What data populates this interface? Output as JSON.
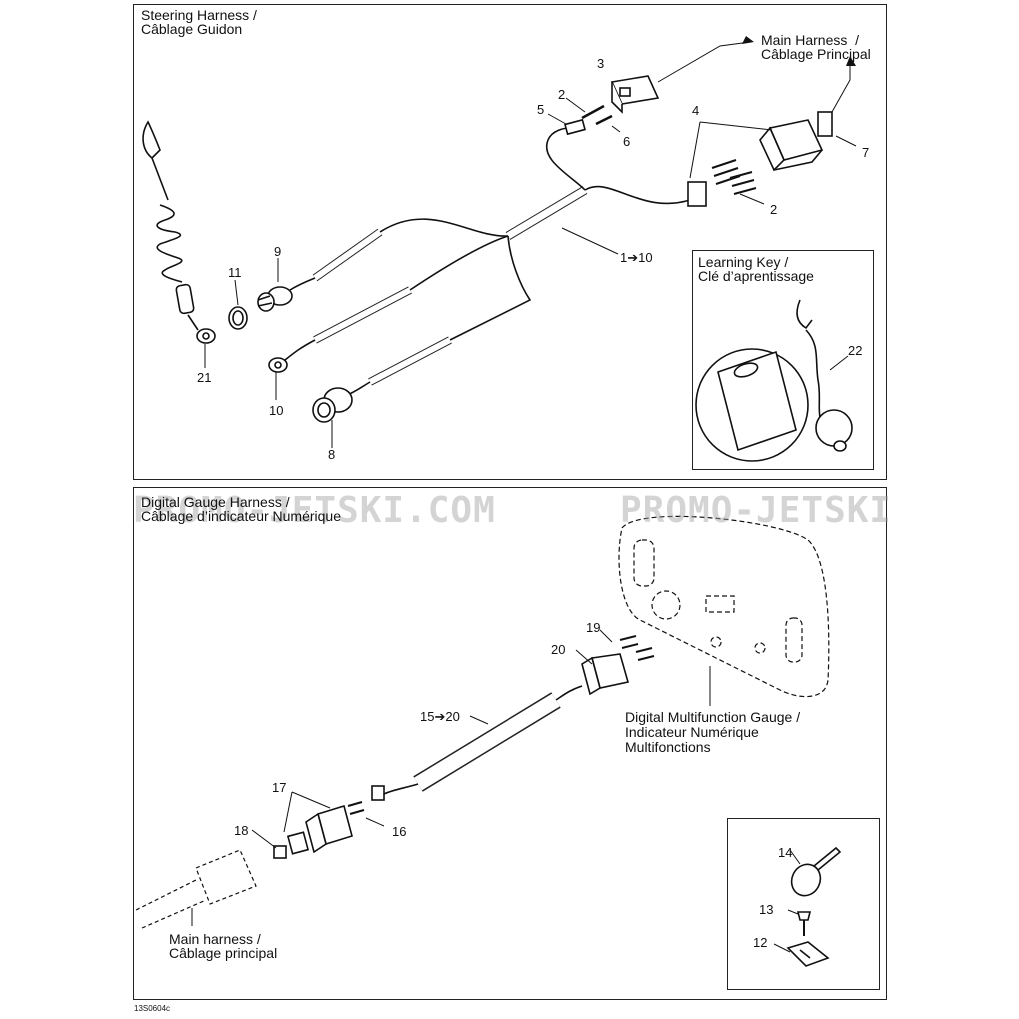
{
  "diagram": {
    "ref_code": "13S0604c",
    "watermark": "PROMO-JETSKI.COM",
    "watermark_repeat": "PROMO-JETSKI",
    "top_panel": {
      "title_line1": "Steering Harness /",
      "title_line2": "Câblage Guidon",
      "main_harness_line1": "Main Harness  /",
      "main_harness_line2": "Câblage Principal",
      "learning_key_line1": "Learning Key /",
      "learning_key_line2": "Clé d’aprentissage",
      "callouts": {
        "n1_10": "1➔10",
        "n2a": "2",
        "n2b": "2",
        "n3": "3",
        "n4": "4",
        "n5": "5",
        "n6": "6",
        "n7": "7",
        "n8": "8",
        "n9": "9",
        "n10": "10",
        "n11": "11",
        "n21": "21",
        "n22": "22"
      }
    },
    "bottom_panel": {
      "title_line1": "Digital Gauge Harness /",
      "title_line2": "Câblage d’indicateur Numérique",
      "gauge_line1": "Digital Multifunction Gauge /",
      "gauge_line2": "Indicateur Numérique",
      "gauge_line3": "Multifonctions",
      "main_line1": "Main harness /",
      "main_line2": "Câblage principal",
      "callouts": {
        "n15_20": "15➔20",
        "n16": "16",
        "n17": "17",
        "n18": "18",
        "n19": "19",
        "n20": "20",
        "n12": "12",
        "n13": "13",
        "n14": "14"
      }
    }
  }
}
